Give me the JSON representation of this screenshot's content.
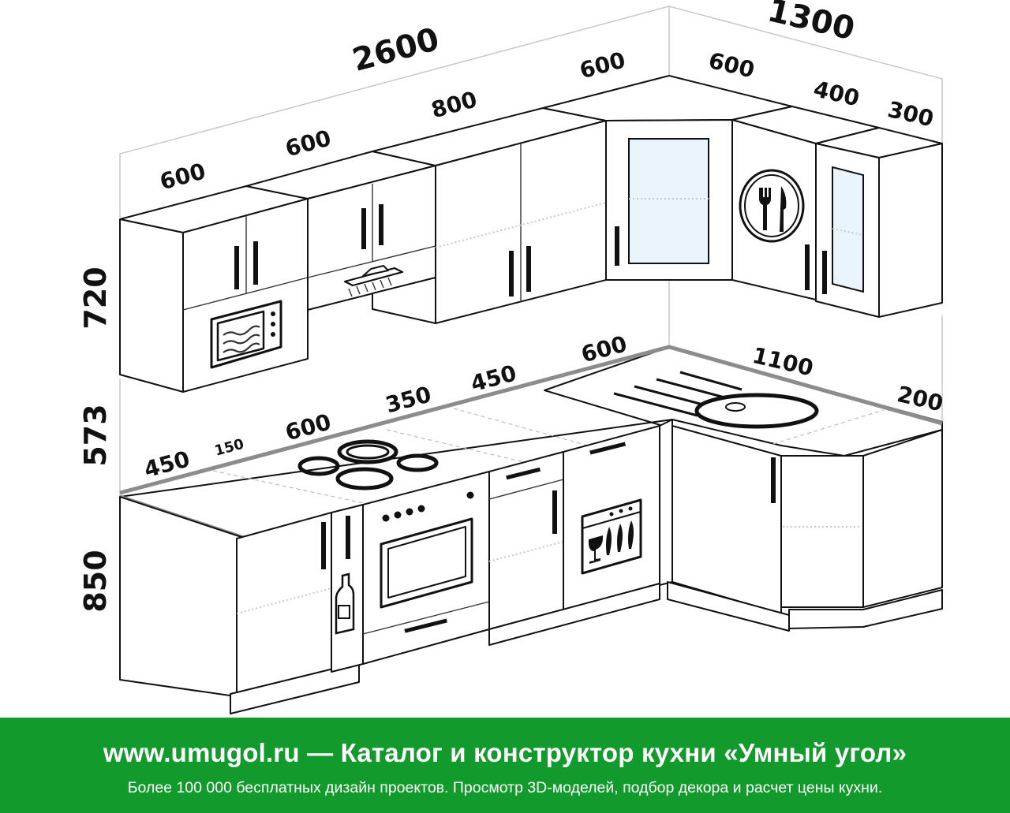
{
  "dimensions": {
    "top_total_left": "2600",
    "top_total_right": "1300",
    "upper_1": "600",
    "upper_2": "600",
    "upper_3": "800",
    "upper_corner_left": "600",
    "upper_corner_right": "600",
    "upper_4": "400",
    "upper_5": "300",
    "height_upper": "720",
    "height_gap": "573",
    "height_lower": "850",
    "lower_1": "450",
    "lower_2": "150",
    "lower_3": "600",
    "lower_4": "350",
    "lower_5": "450",
    "lower_corner": "600",
    "lower_right": "1100",
    "lower_end": "200"
  },
  "banner": {
    "title": "www.umugol.ru — Каталог и конструктор кухни «Умный угол»",
    "subtitle": "Более 100 000 бесплатных дизайн проектов. Просмотр 3D-моделей, подбор декора и расчет цены кухни."
  },
  "colors": {
    "banner": "#129a2c",
    "countertop_edge": "#8c8c8c"
  }
}
